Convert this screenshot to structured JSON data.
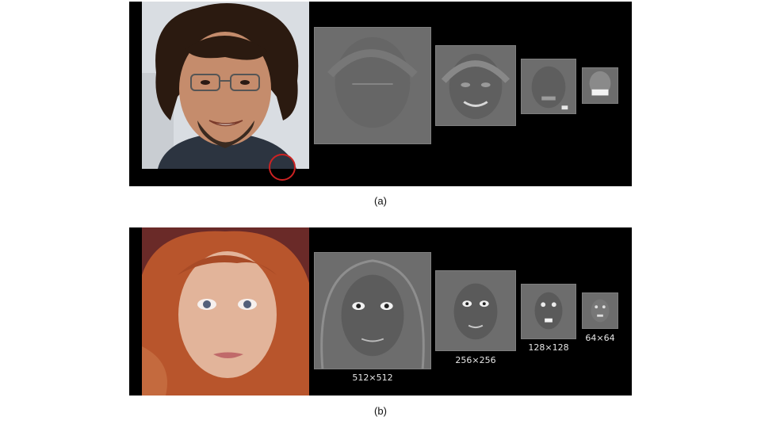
{
  "figure": {
    "panels": [
      {
        "caption": "(a)",
        "resolutions": [],
        "photo": {
          "hair": "#2b1a10",
          "skin": "#c58c6c",
          "bg": "#d9dde2",
          "shirt": "#2c3440",
          "highlight_marker_color": "#cc2222"
        }
      },
      {
        "caption": "(b)",
        "resolutions": [
          "512×512",
          "256×256",
          "128×128",
          "64×64"
        ],
        "photo": {
          "hair": "#b8552c",
          "skin": "#e2b49a",
          "bg": "#6a2a28"
        }
      }
    ]
  }
}
